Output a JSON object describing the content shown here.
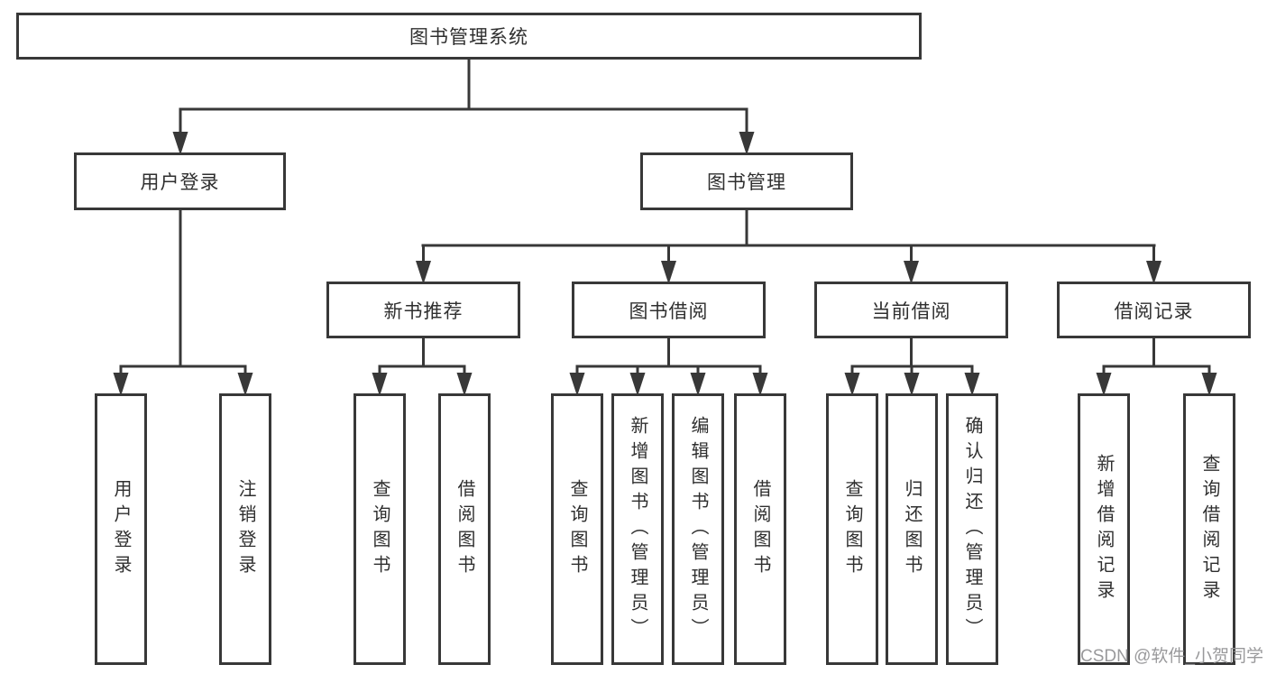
{
  "diagram": {
    "title": "图书管理系统",
    "type": "hierarchy"
  },
  "tree": {
    "label": "图书管理系统",
    "children": [
      {
        "label": "用户登录",
        "children": [
          {
            "label": "用户登录"
          },
          {
            "label": "注销登录"
          }
        ]
      },
      {
        "label": "图书管理",
        "children": [
          {
            "label": "新书推荐",
            "children": [
              {
                "label": "查询图书"
              },
              {
                "label": "借阅图书"
              }
            ]
          },
          {
            "label": "图书借阅",
            "children": [
              {
                "label": "查询图书"
              },
              {
                "label": "新增图书（管理员）"
              },
              {
                "label": "编辑图书（管理员）"
              },
              {
                "label": "借阅图书"
              }
            ]
          },
          {
            "label": "当前借阅",
            "children": [
              {
                "label": "查询图书"
              },
              {
                "label": "归还图书"
              },
              {
                "label": "确认归还（管理员）"
              }
            ]
          },
          {
            "label": "借阅记录",
            "children": [
              {
                "label": "新增借阅记录"
              },
              {
                "label": "查询借阅记录"
              }
            ]
          }
        ]
      }
    ]
  },
  "watermark": {
    "text": "CSDN @软件_小贺同学"
  },
  "colors": {
    "line": "#383838",
    "box_border": "#383838",
    "text": "#2f2f2f",
    "watermark": "#949496",
    "background": "#ffffff"
  }
}
